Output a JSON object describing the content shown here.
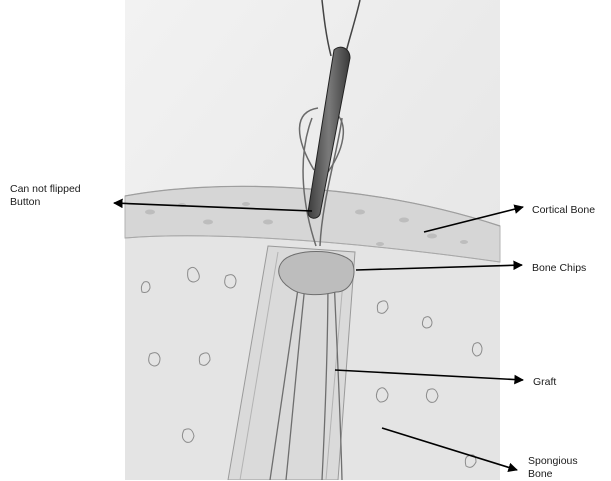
{
  "labels": {
    "button": "Can not flipped\nButton",
    "cortical_bone": "Cortical Bone",
    "bone_chips": "Bone Chips",
    "graft": "Graft",
    "spongious_bone": "Spongious\nBone"
  },
  "colors": {
    "background": "#ffffff",
    "paper": "#ebebeb",
    "cortical": "#d9d9d9",
    "cancellous": "#e6e6e6",
    "button": "#5a5a5a",
    "arrow": "#000000"
  }
}
